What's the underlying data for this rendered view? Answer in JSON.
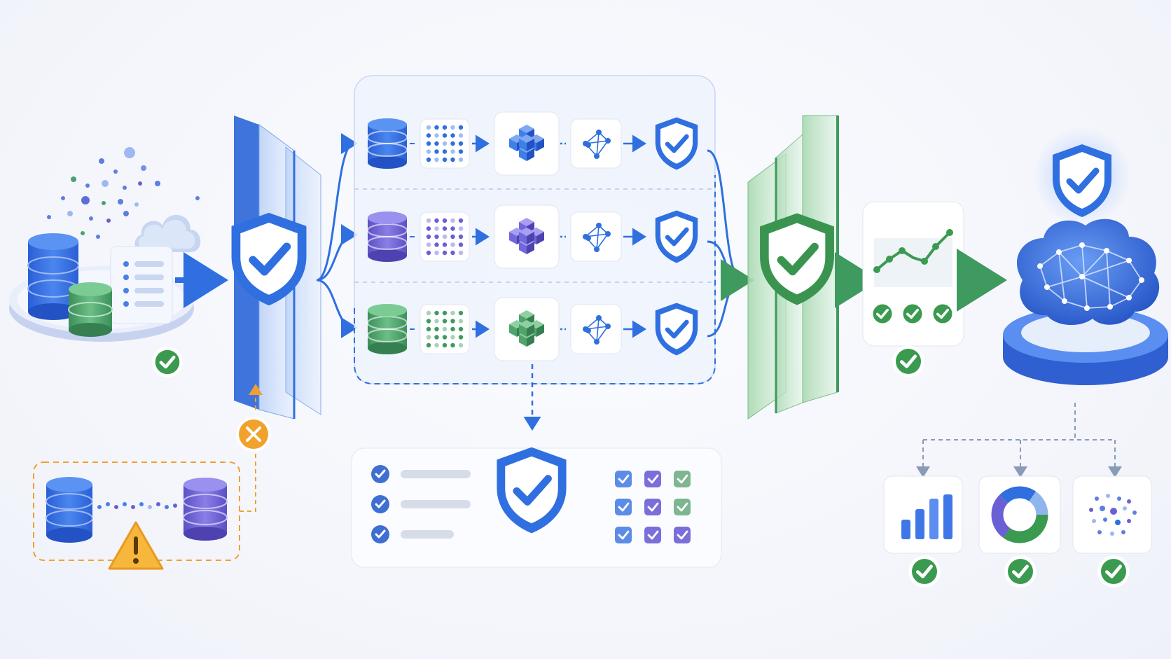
{
  "diagram": {
    "stages": [
      {
        "id": "raw-sources",
        "status": "verified"
      },
      {
        "id": "ingestion-gate",
        "status": "verified"
      },
      {
        "id": "parallel-pipelines",
        "lanes": 3
      },
      {
        "id": "validation-gate",
        "status": "verified"
      },
      {
        "id": "monitoring-panel",
        "checks": 3
      },
      {
        "id": "ai-model",
        "status": "protected"
      }
    ],
    "outputs": [
      "bar-chart",
      "donut-chart",
      "scatter-plot"
    ],
    "rejected_source": {
      "status": "blocked",
      "warning": "schema-drift"
    },
    "audit_report": {
      "list_items": 3,
      "check_grid_rows": 3,
      "check_grid_cols": 3
    }
  },
  "colors": {
    "blue": "#2f6fe0",
    "blue_light": "#dce8fb",
    "purple": "#6b5fd6",
    "green": "#3e9a5f",
    "green_gate": "#6fbf7f",
    "orange": "#f0a030",
    "ok_green": "#3a9a4f"
  },
  "icons": [
    "database-icon",
    "cloud-icon",
    "document-icon",
    "shield-check-icon",
    "grid-dots-icon",
    "cubes-icon",
    "network-icon",
    "line-chart-icon",
    "brain-icon",
    "bar-chart-icon",
    "donut-chart-icon",
    "scatter-icon",
    "warning-icon",
    "error-x-icon",
    "check-badge-icon"
  ]
}
